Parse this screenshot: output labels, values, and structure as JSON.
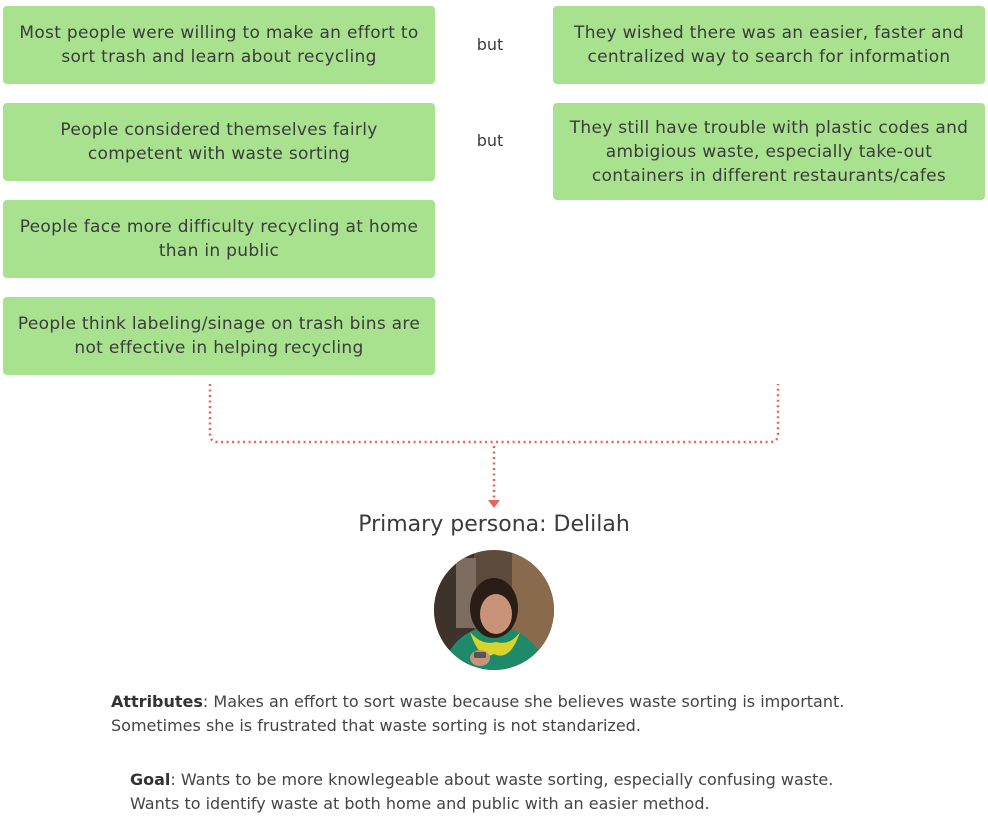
{
  "findings": {
    "row1_left": "Most people were willing to make an effort to sort trash and learn about recycling",
    "row1_connector": "but",
    "row1_right": "They wished there was an easier, faster and centralized way to search for information",
    "row2_left": "People considered themselves fairly competent with waste sorting",
    "row2_connector": "but",
    "row2_right": "They still have trouble with plastic codes and ambigious waste, especially take-out containers in different restaurants/cafes",
    "row3_left": "People face more difficulty recycling at home than in public",
    "row4_left": "People think labeling/sinage on trash bins are not effective in helping recycling"
  },
  "persona": {
    "title": "Primary persona: Delilah",
    "attributes_label": "Attributes",
    "attributes_text": ": Makes an effort to sort waste because she believes waste sorting is important. Sometimes she is frustrated that waste sorting is not standarized.",
    "goal_label": "Goal",
    "goal_text": ": Wants to be more knowlegeable about waste sorting, especially confusing waste. Wants to identify waste at both home and public with an easier method."
  },
  "colors": {
    "box_fill": "#a8e28f",
    "connector": "#e8635a"
  },
  "icons": {
    "avatar": "persona-photo"
  }
}
